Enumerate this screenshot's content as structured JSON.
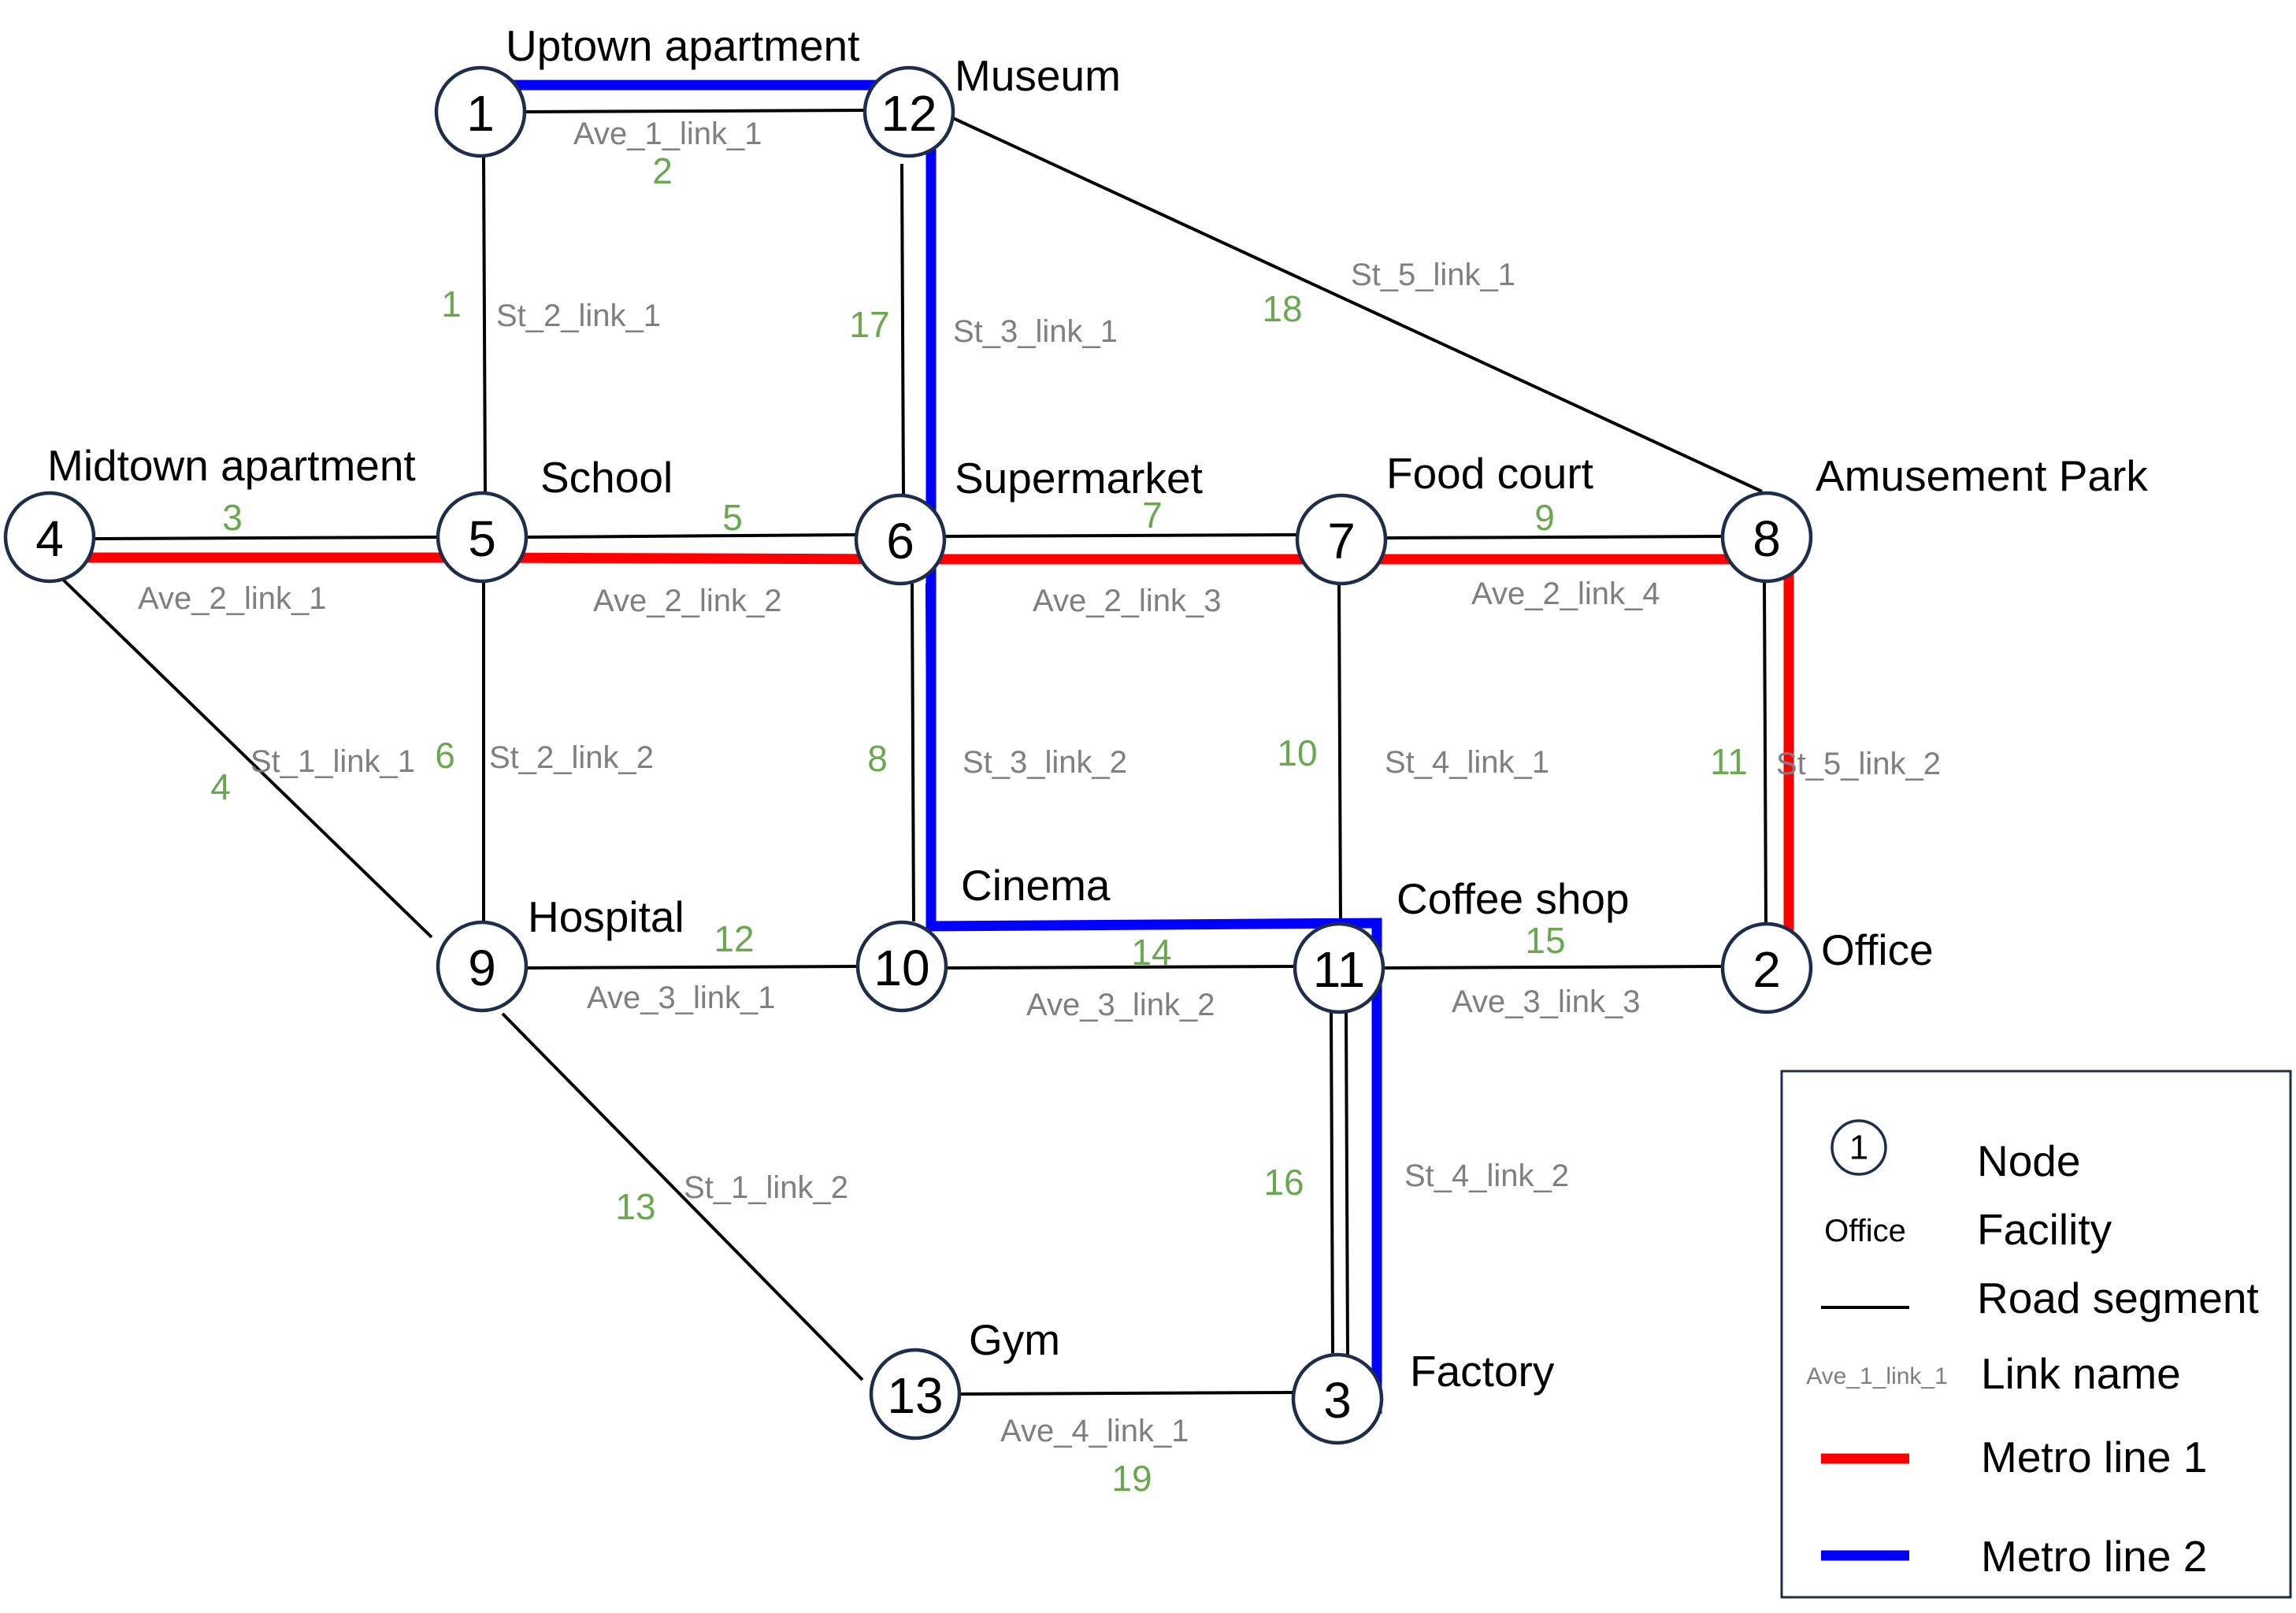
{
  "nodes": [
    {
      "id": "1",
      "facility": "Uptown apartment"
    },
    {
      "id": "12",
      "facility": "Museum"
    },
    {
      "id": "4",
      "facility": "Midtown apartment"
    },
    {
      "id": "5",
      "facility": "School"
    },
    {
      "id": "6",
      "facility": "Supermarket"
    },
    {
      "id": "7",
      "facility": "Food court"
    },
    {
      "id": "8",
      "facility": "Amusement Park"
    },
    {
      "id": "9",
      "facility": "Hospital"
    },
    {
      "id": "10",
      "facility": "Cinema"
    },
    {
      "id": "11",
      "facility": "Coffee shop"
    },
    {
      "id": "2",
      "facility": "Office"
    },
    {
      "id": "13",
      "facility": "Gym"
    },
    {
      "id": "3",
      "facility": "Factory"
    }
  ],
  "links": [
    {
      "from": "1",
      "to": "12",
      "name": "Ave_1_link_1",
      "id": "2"
    },
    {
      "from": "1",
      "to": "5",
      "name": "St_2_link_1",
      "id": "1"
    },
    {
      "from": "12",
      "to": "6",
      "name": "St_3_link_1",
      "id": "17"
    },
    {
      "from": "12",
      "to": "8",
      "name": "St_5_link_1",
      "id": "18"
    },
    {
      "from": "4",
      "to": "5",
      "name": "Ave_2_link_1",
      "id": "3"
    },
    {
      "from": "5",
      "to": "6",
      "name": "Ave_2_link_2",
      "id": "5"
    },
    {
      "from": "6",
      "to": "7",
      "name": "Ave_2_link_3",
      "id": "7"
    },
    {
      "from": "7",
      "to": "8",
      "name": "Ave_2_link_4",
      "id": "9"
    },
    {
      "from": "4",
      "to": "9",
      "name": "St_1_link_1",
      "id": "4"
    },
    {
      "from": "5",
      "to": "9",
      "name": "St_2_link_2",
      "id": "6"
    },
    {
      "from": "6",
      "to": "10",
      "name": "St_3_link_2",
      "id": "8"
    },
    {
      "from": "7",
      "to": "11",
      "name": "St_4_link_1",
      "id": "10"
    },
    {
      "from": "8",
      "to": "2",
      "name": "St_5_link_2",
      "id": "11"
    },
    {
      "from": "9",
      "to": "10",
      "name": "Ave_3_link_1",
      "id": "12"
    },
    {
      "from": "10",
      "to": "11",
      "name": "Ave_3_link_2",
      "id": "14"
    },
    {
      "from": "11",
      "to": "2",
      "name": "Ave_3_link_3",
      "id": "15"
    },
    {
      "from": "9",
      "to": "13",
      "name": "St_1_link_2",
      "id": "13"
    },
    {
      "from": "11",
      "to": "3",
      "name": "St_4_link_2",
      "id": "16"
    },
    {
      "from": "13",
      "to": "3",
      "name": "Ave_4_link_1",
      "id": "19"
    }
  ],
  "metro_lines": [
    {
      "name": "Metro line 1",
      "color": "#ff0000",
      "stations": [
        "4",
        "5",
        "6",
        "7",
        "8",
        "2"
      ]
    },
    {
      "name": "Metro line 2",
      "color": "#0000ff",
      "stations": [
        "1",
        "12",
        "6",
        "10",
        "11",
        "3"
      ]
    }
  ],
  "legend": {
    "node_sample": "1",
    "node_label": "Node",
    "facility_sample": "Office",
    "facility_label": "Facility",
    "road_label": "Road segment",
    "link_sample": "Ave_1_link_1",
    "link_label": "Link name",
    "metro1_label": "Metro line 1",
    "metro2_label": "Metro line 2"
  },
  "colors": {
    "metro_line_1": "#ff0000",
    "metro_line_2": "#0000ff",
    "link_id": "#6aa84f",
    "link_name": "#7f7f7f",
    "node_border": "#1f2d4d"
  }
}
